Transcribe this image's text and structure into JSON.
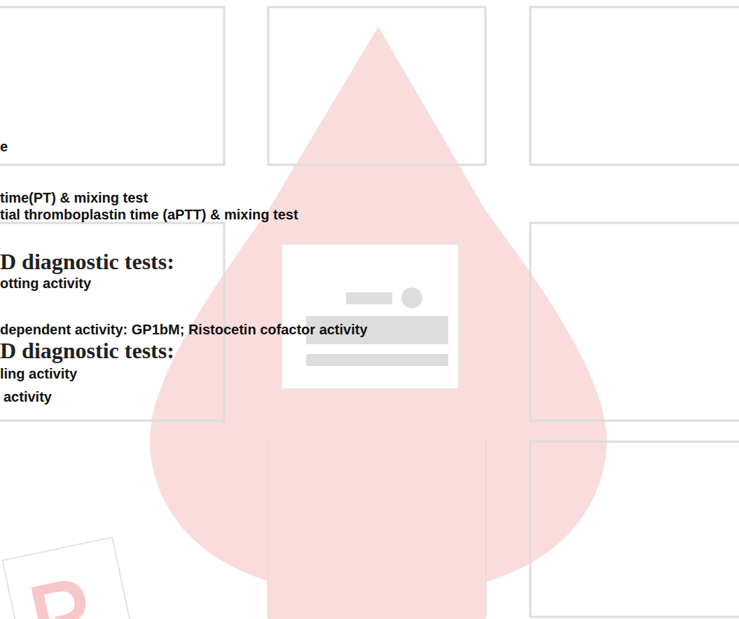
{
  "diagram": {
    "labels": [
      "e",
      "time(PT) & mixing test",
      "tial thromboplastin time (aPTT) & mixing test",
      "D diagnostic tests:",
      "otting activity",
      "dependent activity:  GP1bM; Ristocetin cofactor activity",
      "D diagnostic tests:",
      "ling activity",
      "activity"
    ]
  }
}
